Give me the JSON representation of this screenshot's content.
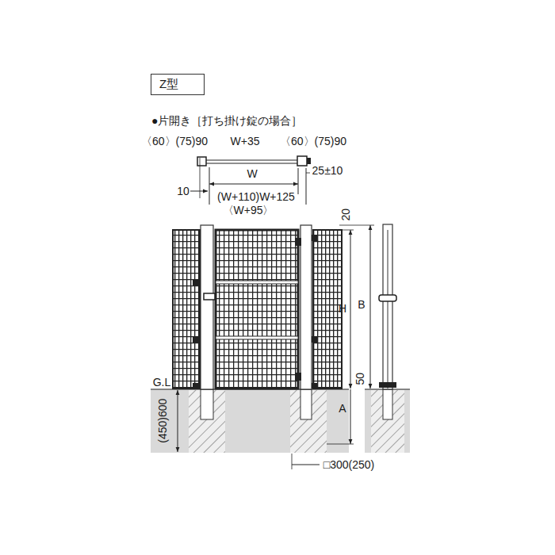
{
  "diagram": {
    "nodes": [
      {
        "text": [
          "Z型"
        ]
      }
    ],
    "labels": [
      "●片開き［打ち掛け錠の場合］",
      "〈60〉(75)90",
      "W+35",
      "〈60〉(75)90",
      "W",
      "25±10",
      "10",
      "(W+110)W+125",
      "〈W+95〉",
      "20",
      "H",
      "B",
      "50",
      "G.L",
      "(450)600",
      "A",
      "□300(250)"
    ]
  }
}
